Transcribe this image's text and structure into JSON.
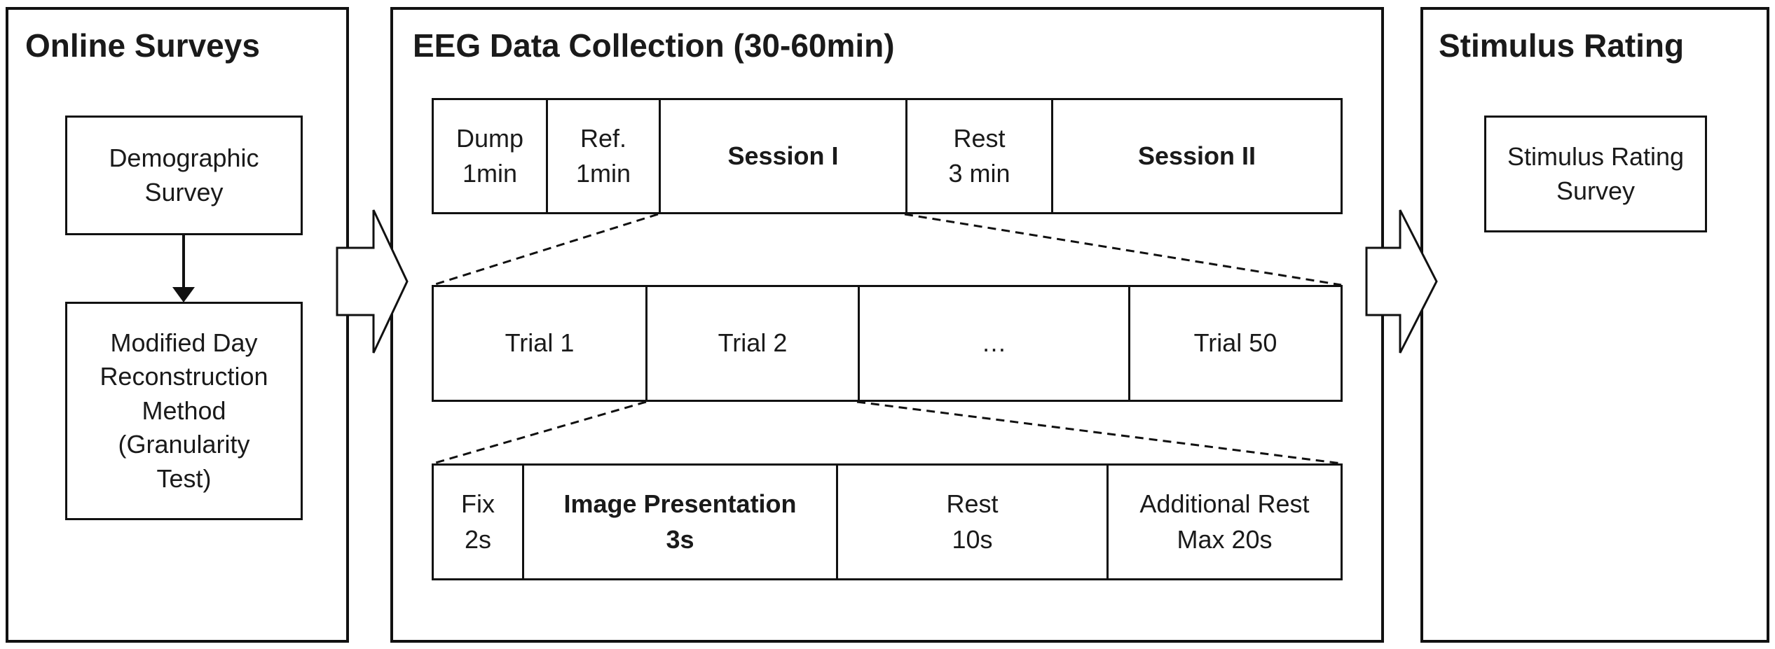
{
  "panels": {
    "online": {
      "title": "Online Surveys",
      "demographic": "Demographic\nSurvey",
      "mdrm": "Modified Day\nReconstruction\nMethod\n(Granularity\nTest)"
    },
    "eeg": {
      "title": "EEG Data Collection (30-60min)",
      "row1": {
        "dump": "Dump\n1min",
        "ref": "Ref.\n1min",
        "session1": "Session I",
        "rest": "Rest\n3 min",
        "session2": "Session II"
      },
      "row2": {
        "trial1": "Trial 1",
        "trial2": "Trial 2",
        "ellipsis": "…",
        "trial50": "Trial 50"
      },
      "row3": {
        "fix": "Fix\n2s",
        "image_presentation": "Image Presentation\n3s",
        "rest": "Rest\n10s",
        "additional_rest": "Additional Rest\nMax 20s"
      }
    },
    "stimulus": {
      "title": "Stimulus Rating",
      "survey": "Stimulus Rating\nSurvey"
    }
  }
}
